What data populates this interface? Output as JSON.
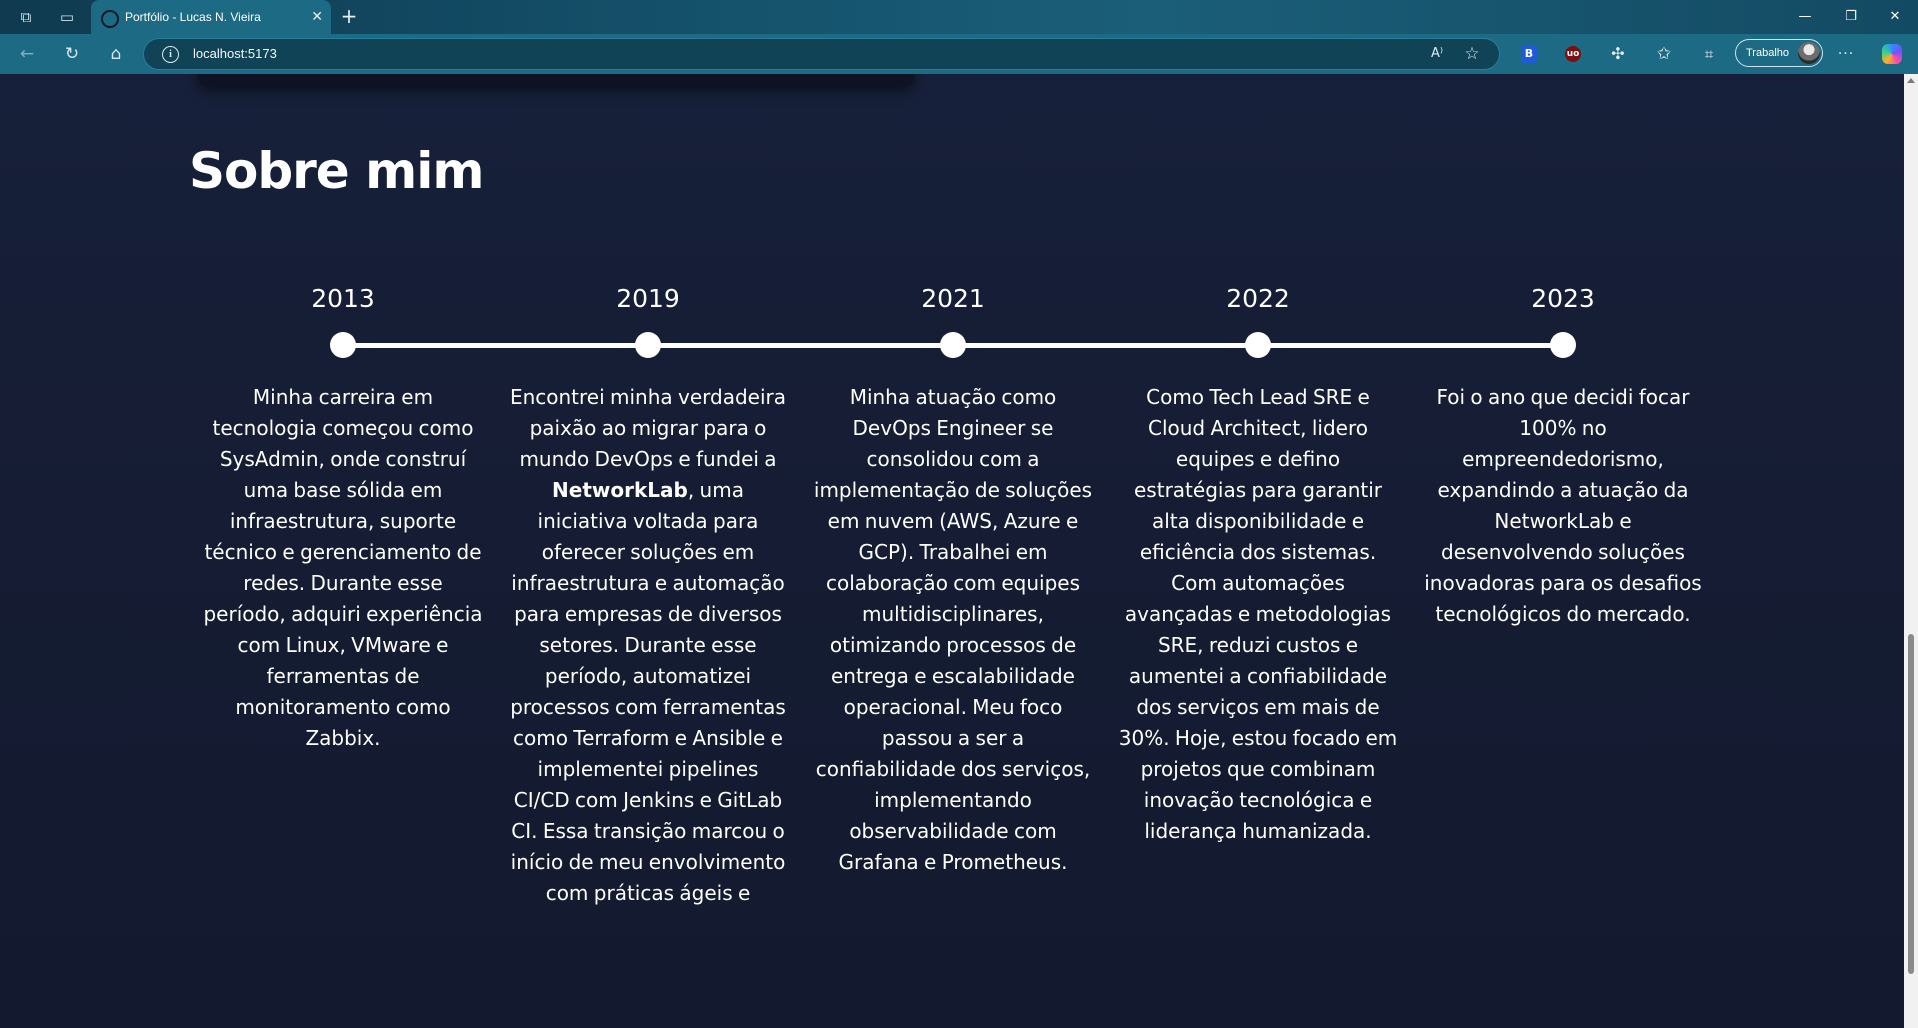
{
  "browser": {
    "tab_title": "Portfólio - Lucas N. Vieira",
    "url": "localhost:5173",
    "profile_label": "Trabalho",
    "ext_shield_label": "B",
    "ext_ublock_label": "uo"
  },
  "icons": {
    "workspaces": "⧉",
    "tab_actions": "▭",
    "close": "✕",
    "new_tab": "+",
    "minimize": "—",
    "restore": "❐",
    "win_close": "✕",
    "back": "←",
    "refresh": "↻",
    "home": "⌂",
    "info": "i",
    "read_aloud": "A⁾",
    "favorite": "☆",
    "extensions": "✣",
    "favorites_bar": "✩",
    "screenshot": "⌗",
    "more": "···"
  },
  "section": {
    "title": "Sobre mim"
  },
  "timeline": [
    {
      "year": "2013",
      "text": "Minha carreira em tecnologia começou como SysAdmin, onde construí uma base sólida em infraestrutura, suporte técnico e gerenciamento de redes. Durante esse período, adquiri experiência com Linux, VMware e ferramentas de monitoramento como Zabbix."
    },
    {
      "year": "2019",
      "text_before": "Encontrei minha verdadeira paixão ao migrar para o mundo DevOps e fundei a ",
      "highlight": "NetworkLab",
      "text_after": ", uma iniciativa voltada para oferecer soluções em infraestrutura e automação para empresas de diversos setores. Durante esse período, automatizei processos com ferramentas como Terraform e Ansible e implementei pipelines CI/CD com Jenkins e GitLab CI. Essa transição marcou o início de meu envolvimento com práticas ágeis e"
    },
    {
      "year": "2021",
      "text": "Minha atuação como DevOps Engineer se consolidou com a implementação de soluções em nuvem (AWS, Azure e GCP). Trabalhei em colaboração com equipes multidisciplinares, otimizando processos de entrega e escalabilidade operacional. Meu foco passou a ser a confiabilidade dos serviços, implementando observabilidade com Grafana e Prometheus."
    },
    {
      "year": "2022",
      "text": "Como Tech Lead SRE e Cloud Architect, lidero equipes e defino estratégias para garantir alta disponibilidade e eficiência dos sistemas. Com automações avançadas e metodologias SRE, reduzi custos e aumentei a confiabilidade dos serviços em mais de 30%. Hoje, estou focado em projetos que combinam inovação tecnológica e liderança humanizada."
    },
    {
      "year": "2023",
      "text": "Foi o ano que decidi focar 100% no empreendedorismo, expandindo a atuação da NetworkLab e desenvolvendo soluções inovadoras para os desafios tecnológicos do mercado."
    }
  ]
}
